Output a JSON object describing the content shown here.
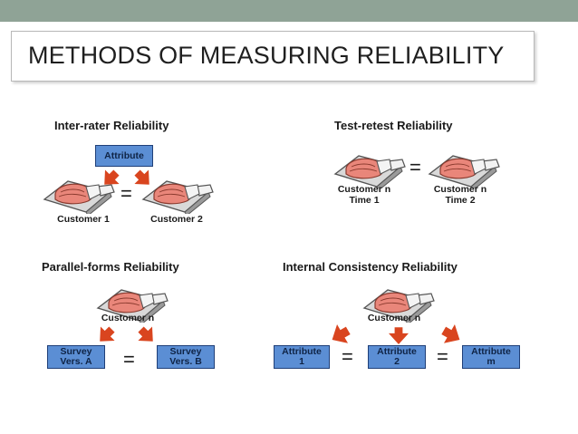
{
  "slide": {
    "title": "METHODS OF MEASURING RELIABILITY",
    "colors": {
      "topbar": "#8fa396",
      "box_fill": "#5b8ed4",
      "box_border": "#1f3f78",
      "arrow": "#d9451f",
      "hand": "#e9867a"
    }
  },
  "inter_rater": {
    "title": "Inter-rater Reliability",
    "attribute": "Attribute",
    "equals": "=",
    "customer_1": "Customer 1",
    "customer_2": "Customer 2"
  },
  "test_retest": {
    "title": "Test-retest Reliability",
    "equals": "=",
    "left_line1": "Customer n",
    "left_line2": "Time 1",
    "right_line1": "Customer n",
    "right_line2": "Time 2"
  },
  "parallel_forms": {
    "title": "Parallel-forms Reliability",
    "customer": "Customer n",
    "equals": "=",
    "survey_a_line1": "Survey",
    "survey_a_line2": "Vers. A",
    "survey_b_line1": "Survey",
    "survey_b_line2": "Vers. B"
  },
  "internal_consistency": {
    "title": "Internal Consistency Reliability",
    "customer": "Customer n",
    "equals_1": "=",
    "equals_2": "=",
    "attr1_line1": "Attribute",
    "attr1_line2": "1",
    "attr2_line1": "Attribute",
    "attr2_line2": "2",
    "attrm_line1": "Attribute",
    "attrm_line2": "m"
  }
}
